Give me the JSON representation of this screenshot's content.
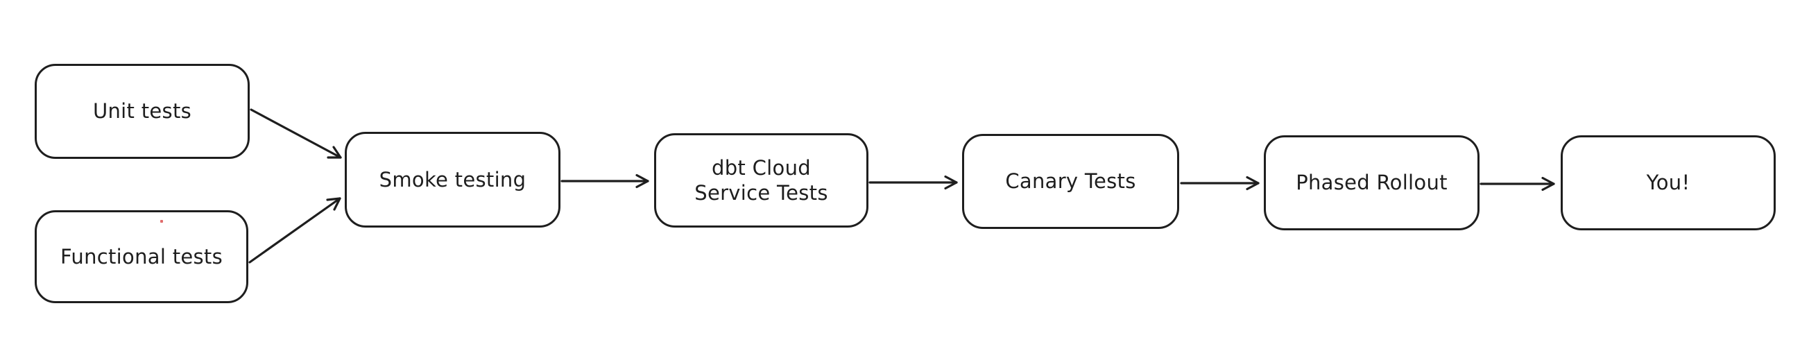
{
  "diagram": {
    "type": "flowchart",
    "stroke_color": "#1e1e1e",
    "background_color": "#ffffff",
    "artifact_dot_color": "#e06c6c",
    "nodes": [
      {
        "id": "unit-tests",
        "label": "Unit tests"
      },
      {
        "id": "functional-tests",
        "label": "Functional tests"
      },
      {
        "id": "smoke-testing",
        "label": "Smoke testing"
      },
      {
        "id": "dbt-cloud-service-tests",
        "label": "dbt Cloud\nService Tests"
      },
      {
        "id": "canary-tests",
        "label": "Canary Tests"
      },
      {
        "id": "phased-rollout",
        "label": "Phased Rollout"
      },
      {
        "id": "you",
        "label": "You!"
      }
    ],
    "edges": [
      {
        "from": "unit-tests",
        "to": "smoke-testing"
      },
      {
        "from": "functional-tests",
        "to": "smoke-testing"
      },
      {
        "from": "smoke-testing",
        "to": "dbt-cloud-service-tests"
      },
      {
        "from": "dbt-cloud-service-tests",
        "to": "canary-tests"
      },
      {
        "from": "canary-tests",
        "to": "phased-rollout"
      },
      {
        "from": "phased-rollout",
        "to": "you"
      }
    ]
  }
}
